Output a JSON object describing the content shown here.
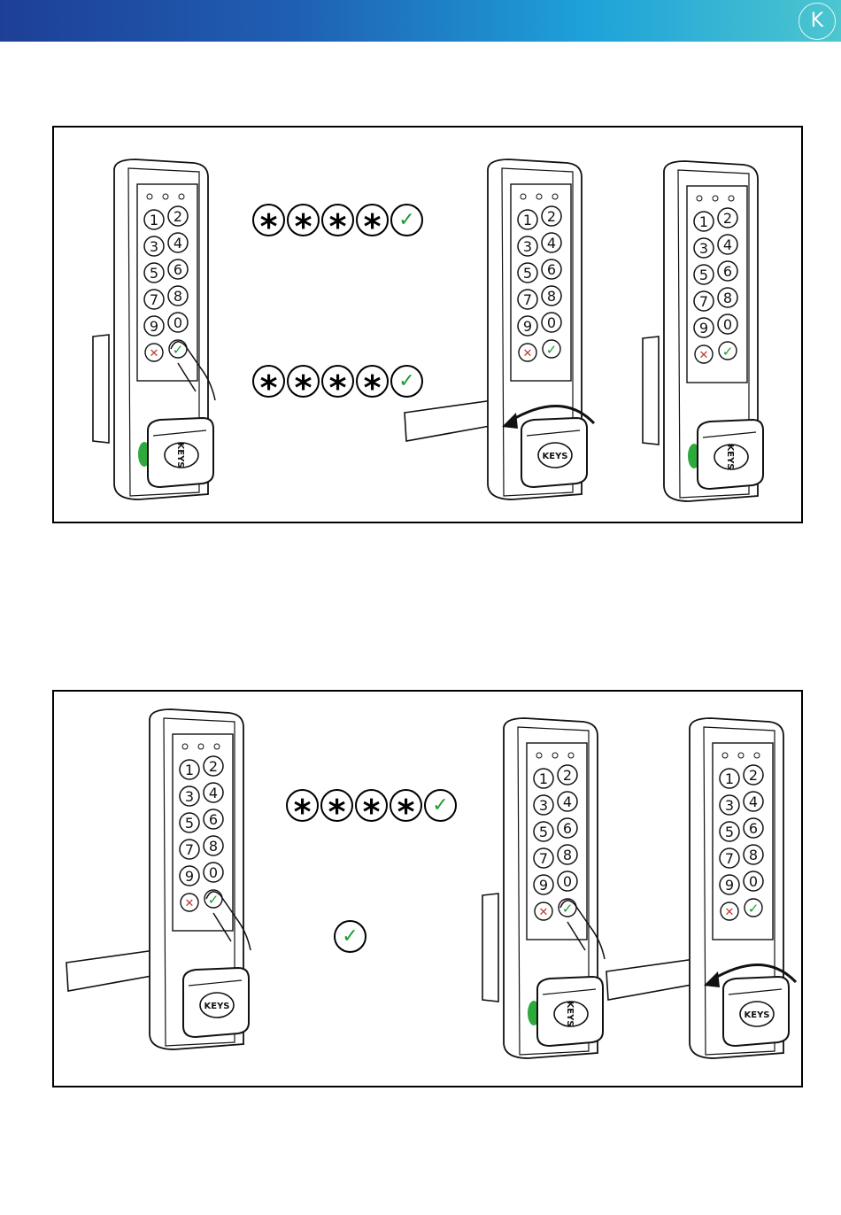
{
  "header": {
    "logo_text": "K",
    "gradient_start": "#1e3f96",
    "gradient_end": "#4cc6cf"
  },
  "keypad": {
    "keys": [
      "1",
      "2",
      "3",
      "4",
      "5",
      "6",
      "7",
      "8",
      "9",
      "0"
    ],
    "cancel_symbol": "✕",
    "confirm_symbol": "✓",
    "brand": "KEYS"
  },
  "colors": {
    "confirm_green": "#1a9b2e",
    "cancel_red": "#c0392b",
    "status_green": "#2eaa3c",
    "status_red": "#d62a2a"
  },
  "panel1": {
    "sequence_a": [
      "*",
      "*",
      "*",
      "*",
      "✓"
    ],
    "sequence_b": [
      "*",
      "*",
      "*",
      "*",
      "✓"
    ],
    "locks": [
      {
        "indicator": "green",
        "state": "pressing confirm"
      },
      {
        "indicator": "red",
        "state": "turning knob"
      },
      {
        "indicator": "green",
        "state": "closed"
      }
    ]
  },
  "panel2": {
    "sequence_a": [
      "*",
      "*",
      "*",
      "*",
      "✓"
    ],
    "sequence_b": [
      "✓"
    ],
    "locks": [
      {
        "indicator": "red",
        "state": "pressing confirm"
      },
      {
        "indicator": "green",
        "state": "pressing confirm"
      },
      {
        "indicator": "red",
        "state": "turning knob"
      }
    ]
  }
}
